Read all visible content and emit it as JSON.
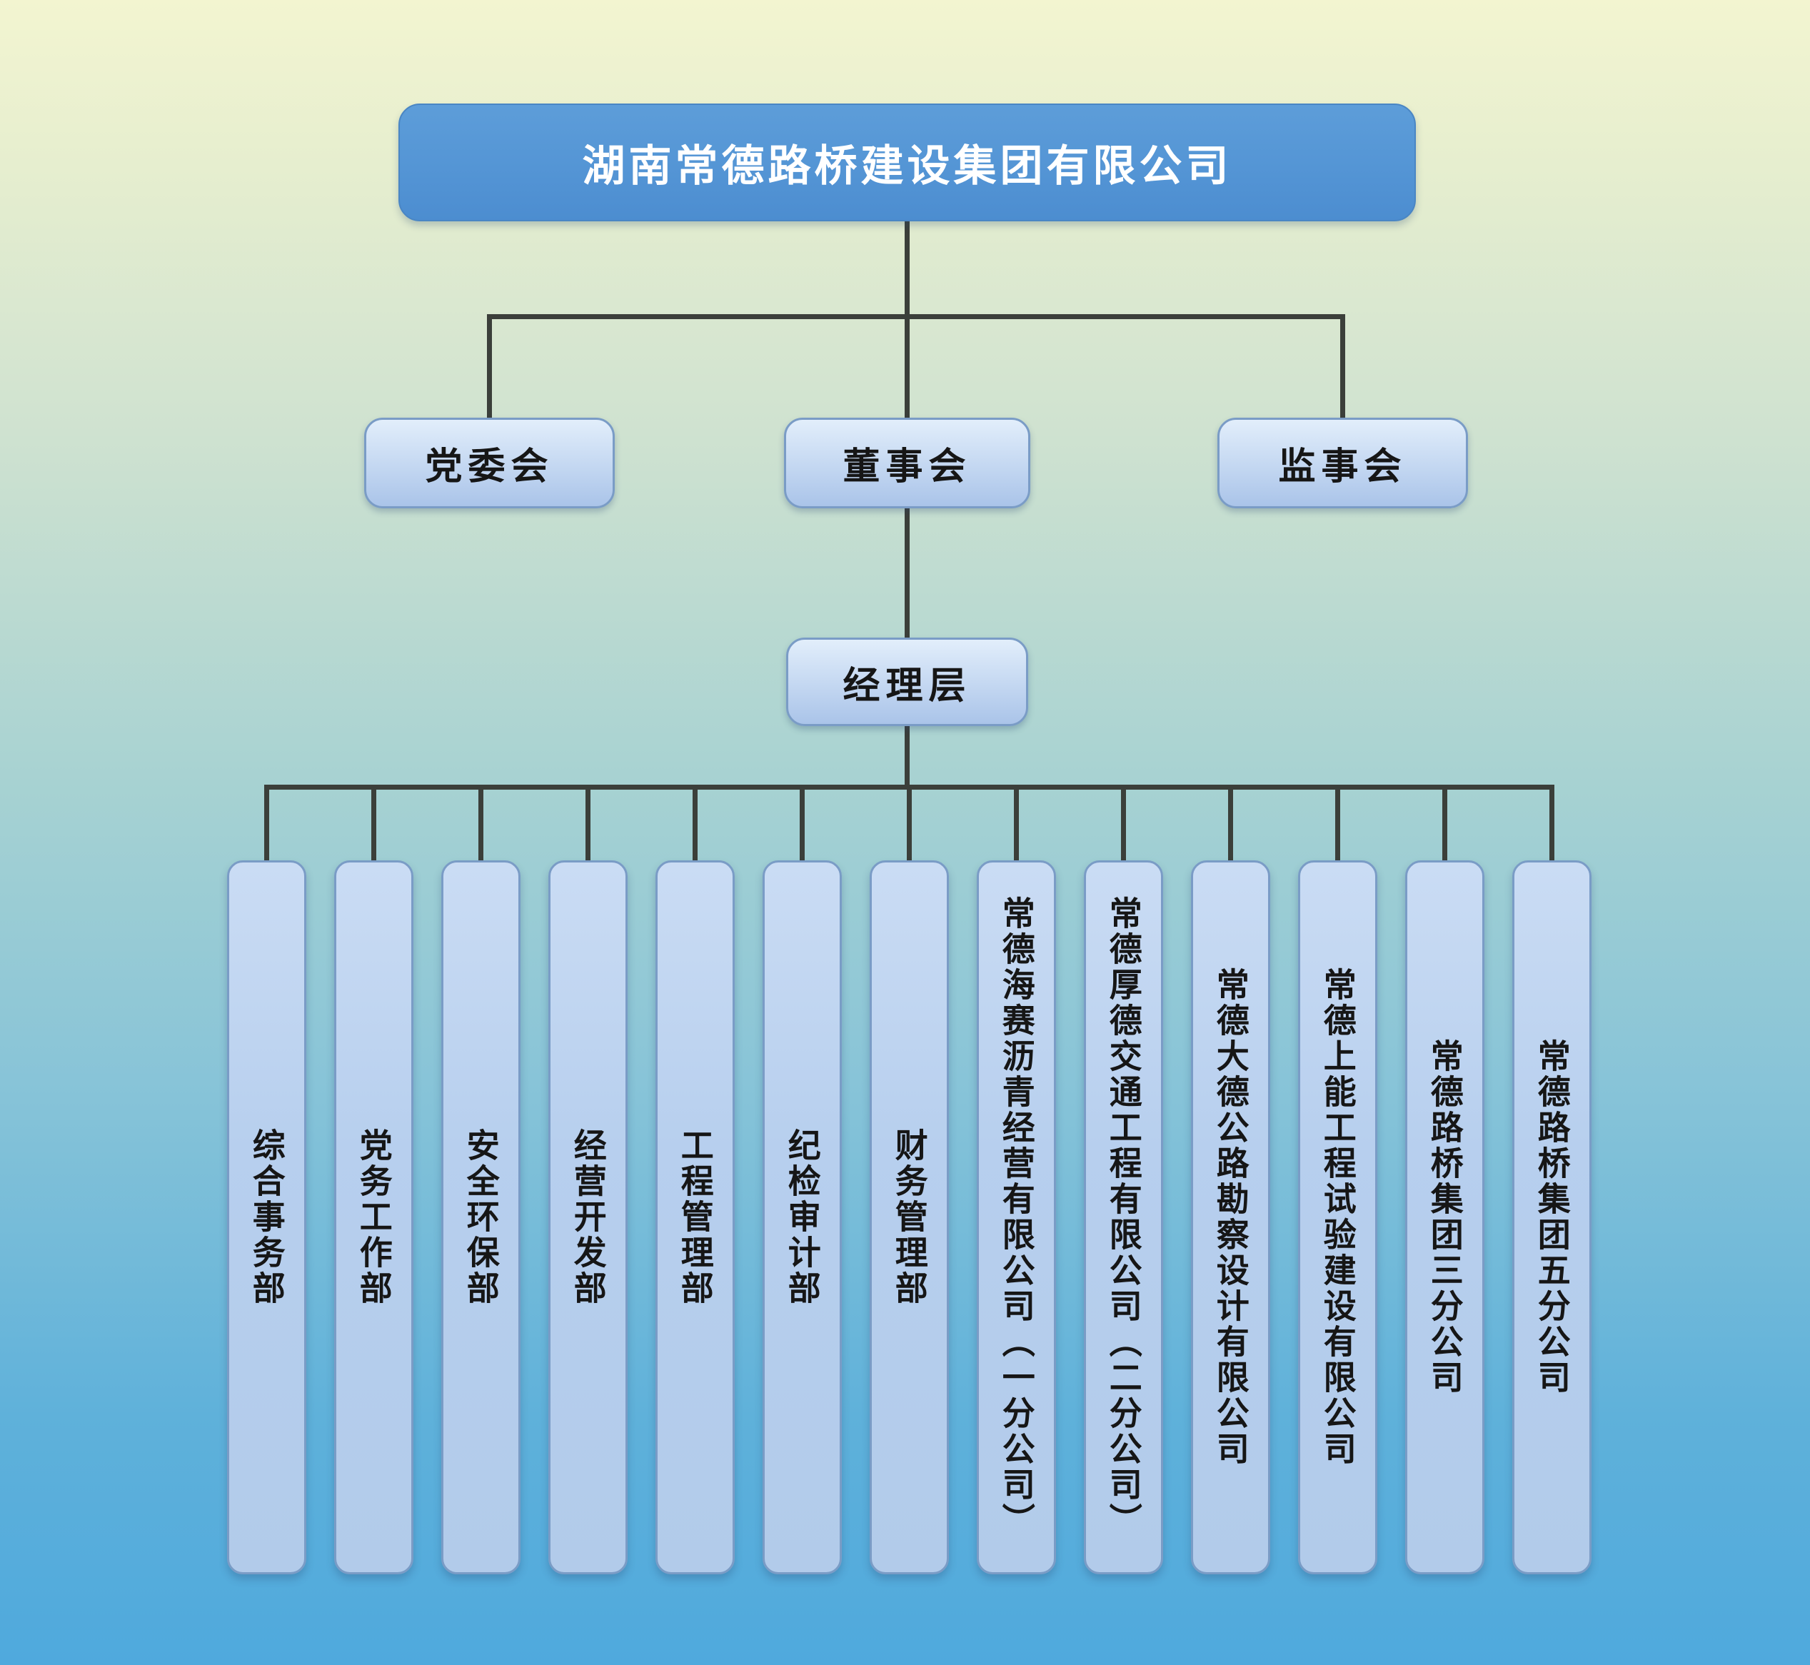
{
  "org": {
    "root": {
      "label": "湖南常德路桥建设集团有限公司"
    },
    "governance": [
      {
        "label": "党委会"
      },
      {
        "label": "董事会"
      },
      {
        "label": "监事会"
      }
    ],
    "management": {
      "label": "经理层"
    },
    "departments": [
      {
        "label": "综合事务部"
      },
      {
        "label": "党务工作部"
      },
      {
        "label": "安全环保部"
      },
      {
        "label": "经营开发部"
      },
      {
        "label": "工程管理部"
      },
      {
        "label": "纪检审计部"
      },
      {
        "label": "财务管理部"
      },
      {
        "label": "常德海赛沥青经营有限公司（一分公司）"
      },
      {
        "label": "常德厚德交通工程有限公司（二分公司）"
      },
      {
        "label": "常德大德公路勘察设计有限公司"
      },
      {
        "label": "常德上能工程试验建设有限公司"
      },
      {
        "label": "常德路桥集团三分公司"
      },
      {
        "label": "常德路桥集团五分公司"
      }
    ]
  },
  "colors": {
    "bg_top": "#f3f5d0",
    "bg_mid": "#a7d2d2",
    "bg_bottom": "#4fa9dd",
    "root_fill": "#5495d5",
    "root_text": "#ffffff",
    "node_fill": "#b9d0ee",
    "node_border": "#7a9cc6",
    "text": "#161616",
    "connector": "#3b3f3a"
  }
}
